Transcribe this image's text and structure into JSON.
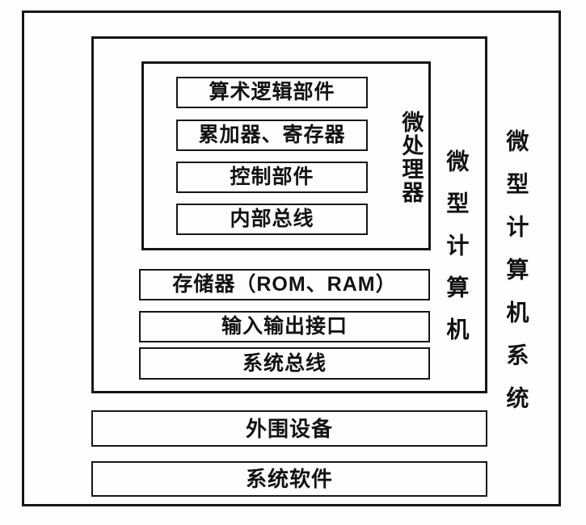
{
  "diagram": {
    "system_label": "微型计算机系统",
    "computer_label": "微型计算机",
    "processor_label": "微处理器",
    "processor_components": {
      "alu": "算术逻辑部件",
      "accumulator_registers": "累加器、寄存器",
      "control_unit": "控制部件",
      "internal_bus": "内部总线"
    },
    "computer_components": {
      "memory": "存储器（ROM、RAM）",
      "io_interface": "输入输出接口",
      "system_bus": "系统总线"
    },
    "system_components": {
      "peripherals": "外围设备",
      "system_software": "系统软件"
    }
  }
}
